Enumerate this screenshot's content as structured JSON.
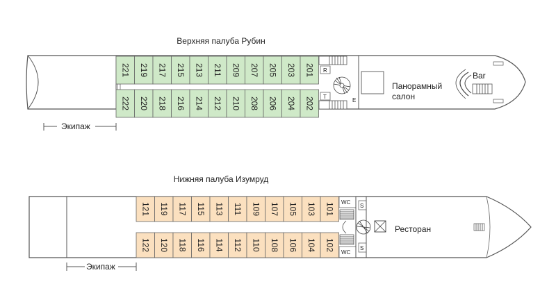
{
  "upper_deck": {
    "title": "Верхняя палуба Рубин",
    "cabin_color": "#cfe9c8",
    "cabins_top": [
      "221",
      "219",
      "217",
      "215",
      "213",
      "211",
      "209",
      "207",
      "205",
      "203",
      "201"
    ],
    "cabins_bottom": [
      "222",
      "220",
      "218",
      "216",
      "214",
      "212",
      "210",
      "208",
      "206",
      "204",
      "202"
    ],
    "salon_line1": "Панорамный",
    "salon_line2": "салон",
    "bar_label": "Bar",
    "crew_label": "Экипаж",
    "marker_r": "R",
    "marker_t": "T",
    "marker_e": "E"
  },
  "lower_deck": {
    "title": "Нижняя палуба Изумруд",
    "cabin_color": "#fbe0bf",
    "cabins_top": [
      "121",
      "119",
      "117",
      "115",
      "113",
      "111",
      "109",
      "107",
      "105",
      "103",
      "101"
    ],
    "cabins_bottom": [
      "122",
      "120",
      "118",
      "116",
      "114",
      "112",
      "110",
      "108",
      "106",
      "104",
      "102"
    ],
    "restaurant_label": "Ресторан",
    "crew_label": "Экипаж",
    "wc_top": "WC",
    "wc_bottom": "WC",
    "s_top": "S",
    "s_bottom": "S"
  }
}
